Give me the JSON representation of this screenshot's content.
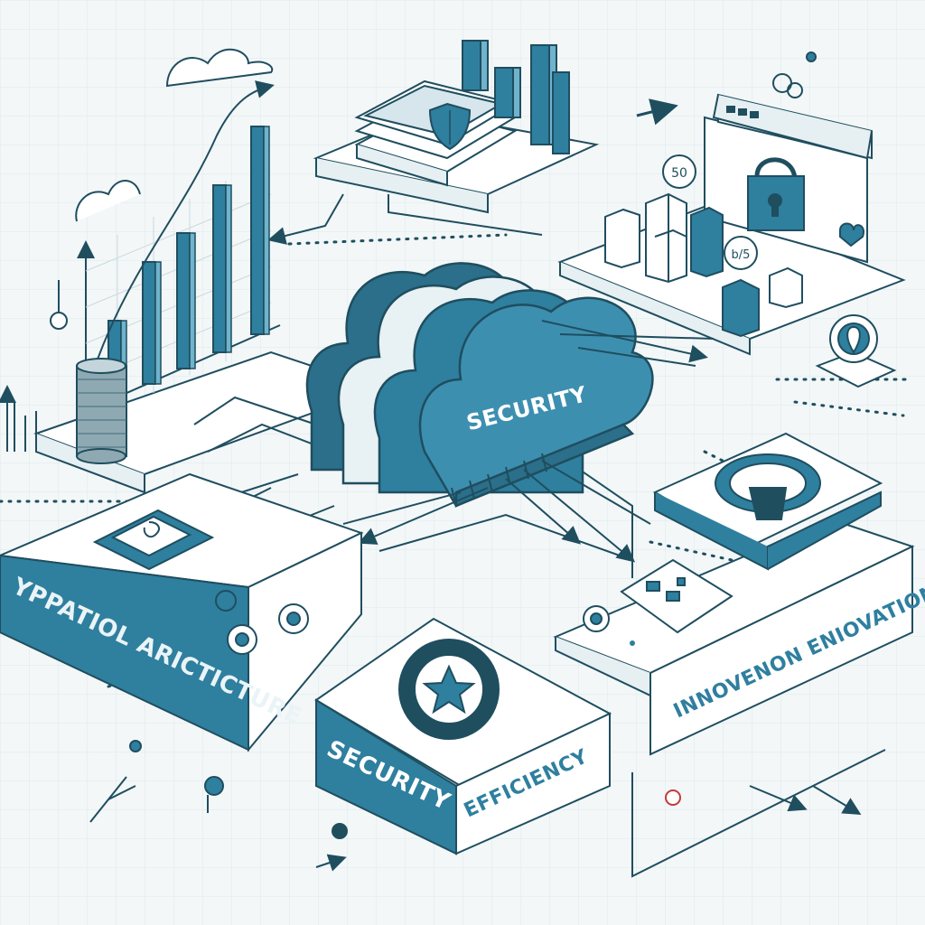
{
  "palette": {
    "background": "#f3f7f8",
    "grid": "#dde8ec",
    "ink": "#1f4e5f",
    "accent": "#2f7f9f",
    "accent_light": "#6fb3cc",
    "panel": "#ffffff",
    "panel_shadow": "#cfe0e6"
  },
  "labels": {
    "cloud": "SECURITY",
    "left_block": "YPPATIOL ARICTICTURE",
    "right_block": "INNOVENON ENIOVATION",
    "center_front": "SECURITY",
    "center_side": "EFFICIENCY",
    "small_tag_top": "50",
    "small_tag_mid": "b/5"
  },
  "icons": {
    "cloud": "cloud-icon",
    "shield": "shield-icon",
    "padlock": "padlock-icon",
    "gear": "gear-star-icon",
    "database": "database-icon",
    "chart": "bar-chart-icon",
    "location": "location-pin-icon"
  }
}
